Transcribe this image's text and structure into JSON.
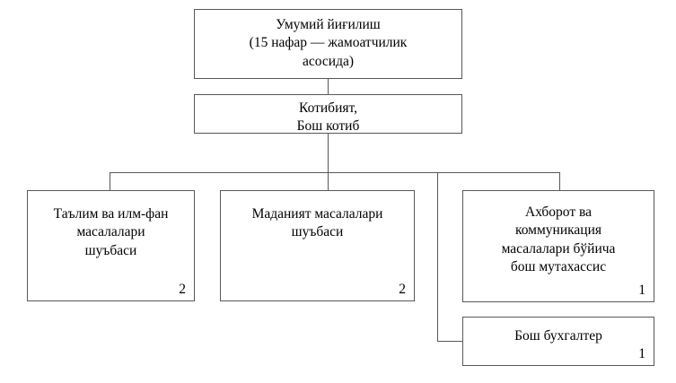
{
  "diagram": {
    "title": "Organizational structure chart",
    "language": "uz-Cyrl",
    "colors": {
      "background": "#ffffff",
      "border": "#58585a",
      "text": "#000000"
    },
    "nodes": {
      "assembly": {
        "label": "Умумий йиғилиш\n(15 нафар — жамоатчилик\nасосида)",
        "count": ""
      },
      "secretariat": {
        "label": "Котибият,\nБош котиб",
        "count": ""
      },
      "education": {
        "label": "Таълим ва илм-фан\nмасалалари\nшуъбаси",
        "count": "2"
      },
      "culture": {
        "label": "Маданият масалалари\nшуъбаси",
        "count": "2"
      },
      "ict": {
        "label": "Ахборот ва\nкоммуникация\nмасалалари бўйича\nбош мутахассис",
        "count": "1"
      },
      "accountant": {
        "label": "Бош бухгалтер",
        "count": "1"
      }
    },
    "connectors": [
      {
        "name": "assembly-to-secretariat",
        "from": "assembly",
        "to": "secretariat"
      },
      {
        "name": "secretariat-to-bus",
        "from": "secretariat",
        "to": "bus"
      },
      {
        "name": "bus-to-education",
        "from": "bus",
        "to": "education"
      },
      {
        "name": "bus-to-culture",
        "from": "bus",
        "to": "culture"
      },
      {
        "name": "bus-to-ict",
        "from": "bus",
        "to": "ict"
      },
      {
        "name": "bus-to-accountant",
        "from": "bus",
        "to": "accountant"
      }
    ]
  }
}
